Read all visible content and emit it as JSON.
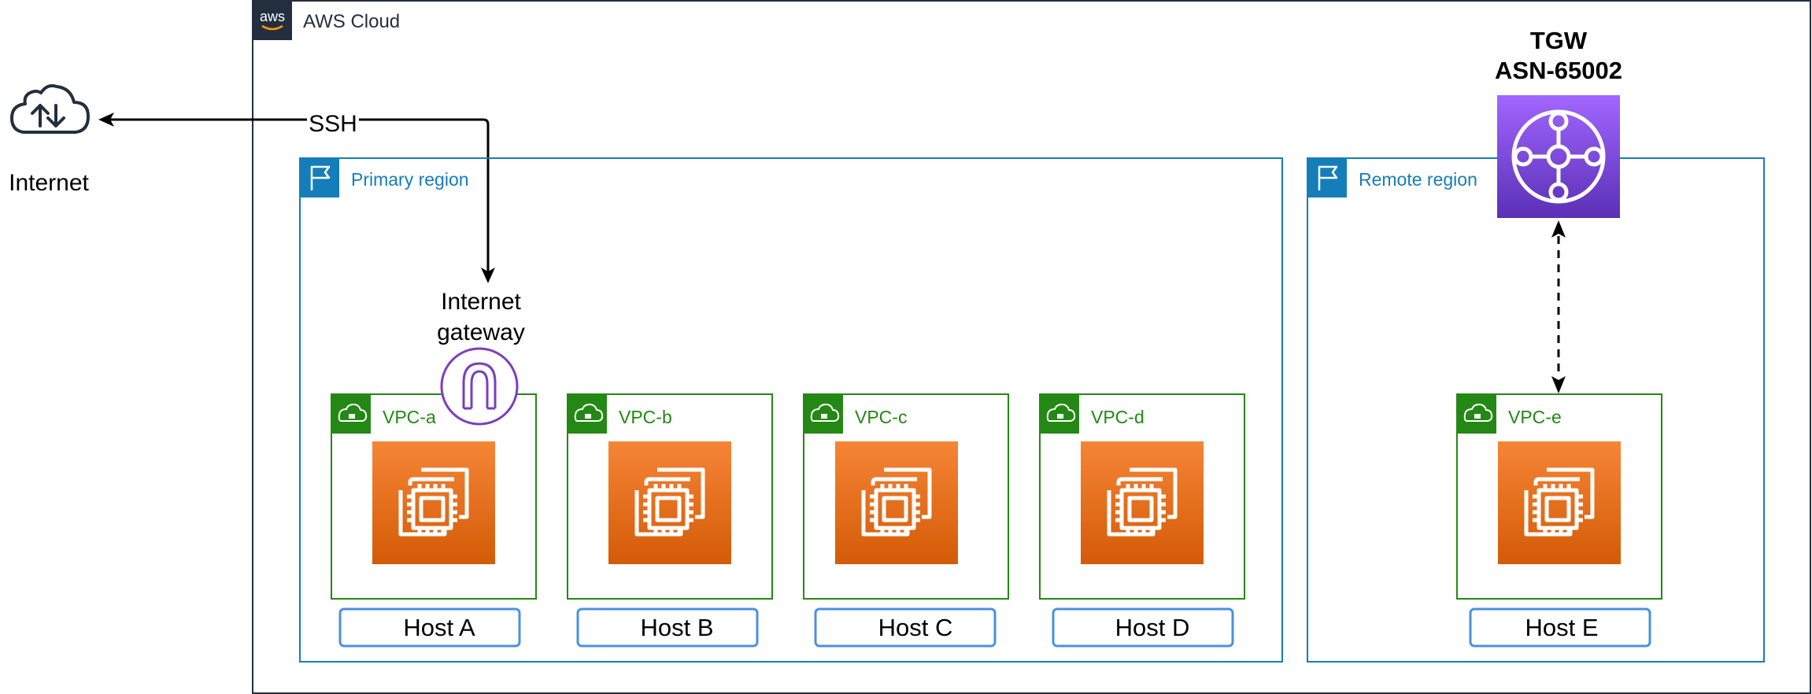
{
  "cloud": {
    "label": "AWS Cloud",
    "logo_text": "aws"
  },
  "internet": {
    "label": "Internet"
  },
  "ssh_label": "SSH",
  "gateway": {
    "label_line1": "Internet",
    "label_line2": "gateway"
  },
  "regions": {
    "primary": {
      "label": "Primary region"
    },
    "remote": {
      "label": "Remote region"
    }
  },
  "tgw": {
    "line1": "TGW",
    "line2": "ASN-65002"
  },
  "vpcs": [
    {
      "label": "VPC-a",
      "host": "Host A"
    },
    {
      "label": "VPC-b",
      "host": "Host B"
    },
    {
      "label": "VPC-c",
      "host": "Host C"
    },
    {
      "label": "VPC-d",
      "host": "Host D"
    },
    {
      "label": "VPC-e",
      "host": "Host E"
    }
  ],
  "colors": {
    "region_blue": "#147EBA",
    "vpc_green": "#248814",
    "ec2_orange_top": "#F58536",
    "ec2_orange_bottom": "#D45B07",
    "tgw_purple_top": "#A166FF",
    "tgw_purple_bottom": "#5A30B5",
    "gateway_purple": "#7B3FBF",
    "host_box_border": "#4A90E2",
    "cloud_border": "#232F3E"
  }
}
